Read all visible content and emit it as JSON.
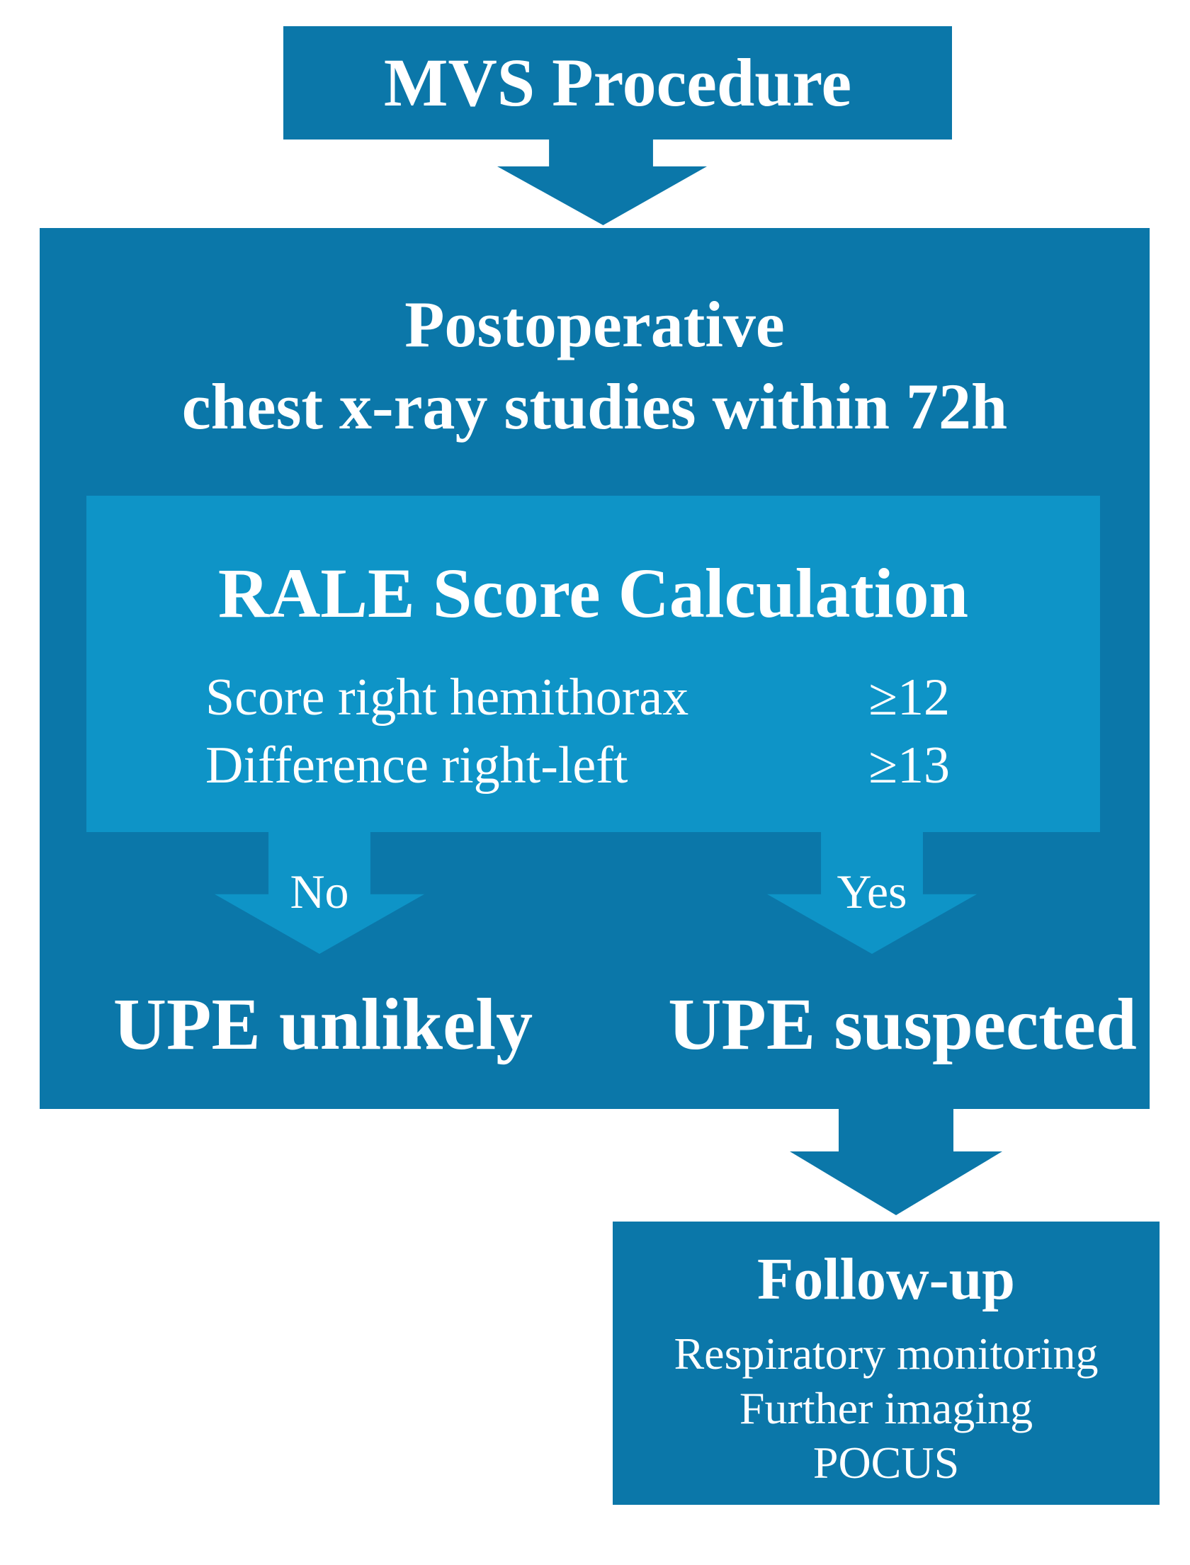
{
  "colors": {
    "dark_blue": "#0b77a9",
    "light_blue": "#0e94c7",
    "text_white": "#ffffff",
    "page_bg": "#ffffff"
  },
  "flowchart": {
    "mvs_box": {
      "title": "MVS Procedure"
    },
    "postop_box": {
      "line1": "Postoperative",
      "line2": "chest x-ray studies within 72h"
    },
    "rale_box": {
      "title": "RALE Score Calculation",
      "criteria": [
        {
          "label": "Score right hemithorax",
          "value": "≥12"
        },
        {
          "label": "Difference right-left",
          "value": "≥13"
        }
      ]
    },
    "branches": {
      "no_label": "No",
      "yes_label": "Yes",
      "no_outcome": "UPE unlikely",
      "yes_outcome": "UPE suspected"
    },
    "followup_box": {
      "title": "Follow-up",
      "items": [
        "Respiratory monitoring",
        "Further imaging",
        "POCUS"
      ]
    }
  }
}
